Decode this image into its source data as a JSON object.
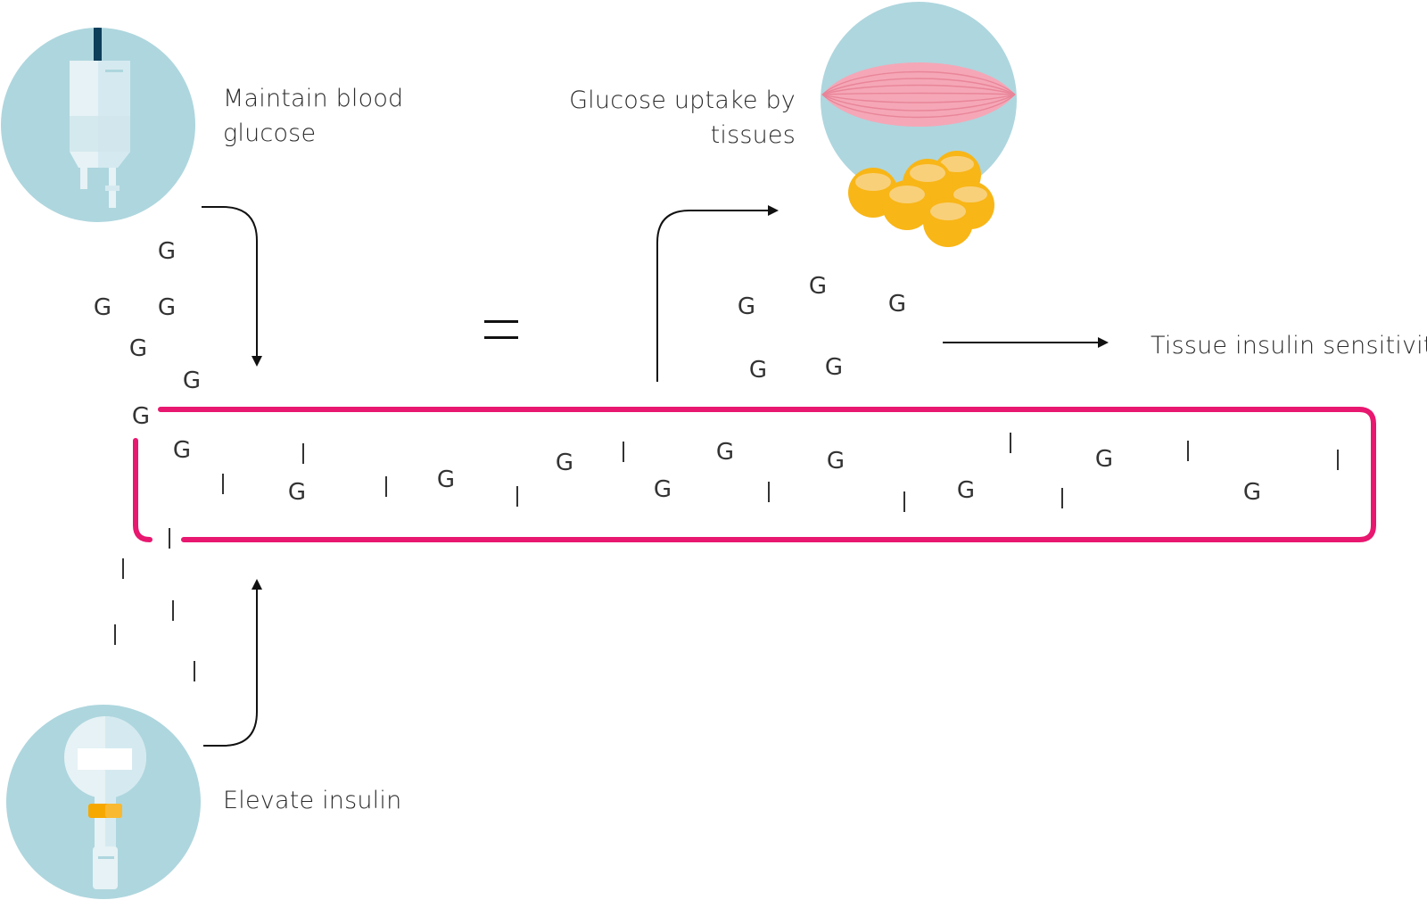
{
  "labels": {
    "maintain_blood_glucose": "Maintain blood glucose",
    "glucose_uptake": "Glucose uptake by tissues",
    "tissue_sensitivity": "Tissue insulin sensitivity",
    "elevate_insulin": "Elevate insulin",
    "equals_sign": "="
  },
  "symbols": {
    "glucose": "G",
    "insulin": "I"
  },
  "colors": {
    "vessel": "#e8176f",
    "circle_bg": "#aed6de",
    "bag_light": "#e6f2f5",
    "bag_mid": "#cfe6ec",
    "tube_dark": "#0d3e5a",
    "fat_cell": "#f8b617",
    "fat_highlight": "#f9d07a",
    "muscle": "#f5a7b7",
    "muscle_line": "#e98599",
    "insulin_band": "#f7a800",
    "arrow": "#111111"
  },
  "icons": {
    "glucose_bag": "iv-bag-icon",
    "muscle_fat": "muscle-fat-tissue-icon",
    "insulin_bag": "insulin-infusion-icon"
  }
}
